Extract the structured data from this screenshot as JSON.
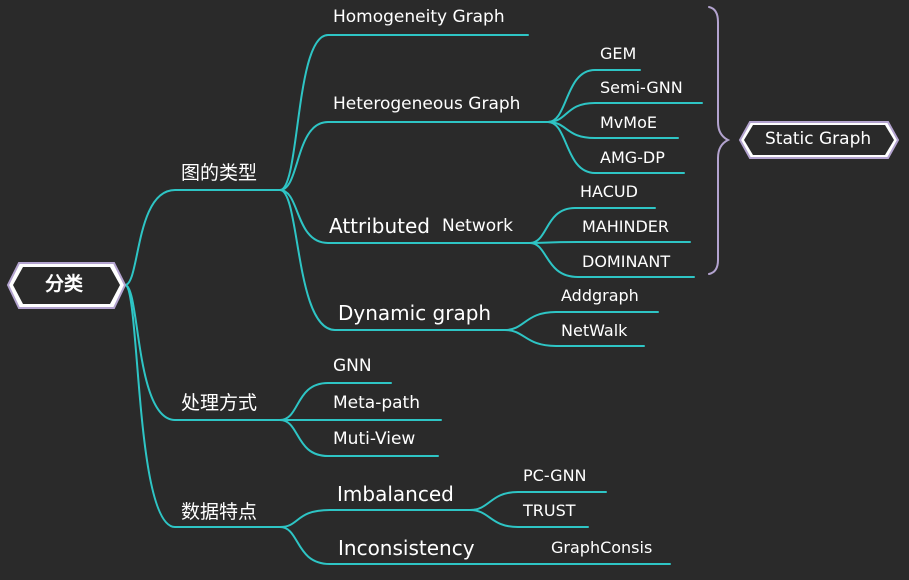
{
  "root": {
    "label": "分类"
  },
  "groups": [
    {
      "label": "图的类型",
      "children": [
        {
          "label": "Homogeneity Graph",
          "children": []
        },
        {
          "label": "Heterogeneous Graph",
          "children": [
            "GEM",
            "Semi-GNN",
            "MvMoE",
            "AMG-DP"
          ]
        },
        {
          "label_main": "Attributed",
          "label_sub": "Network",
          "children": [
            "HACUD",
            "MAHINDER",
            "DOMINANT"
          ]
        },
        {
          "label": "Dynamic graph",
          "children": [
            "Addgraph",
            "NetWalk"
          ]
        }
      ]
    },
    {
      "label": "处理方式",
      "children": [
        {
          "label": "GNN",
          "children": []
        },
        {
          "label": "Meta-path",
          "children": []
        },
        {
          "label": "Muti-View",
          "children": []
        }
      ]
    },
    {
      "label": "数据特点",
      "children": [
        {
          "label": "Imbalanced",
          "children": [
            "PC-GNN",
            "TRUST"
          ]
        },
        {
          "label": "Inconsistency",
          "children": [
            "GraphConsis"
          ]
        }
      ]
    }
  ],
  "summary": {
    "label": "Static Graph"
  },
  "colors": {
    "background": "#2a2a2a",
    "edge": "#2ec5c5",
    "text": "#ffffff",
    "node_fill": "#ffffff",
    "node_border": "#b3a3cf",
    "bracket": "#b3a3cf"
  }
}
